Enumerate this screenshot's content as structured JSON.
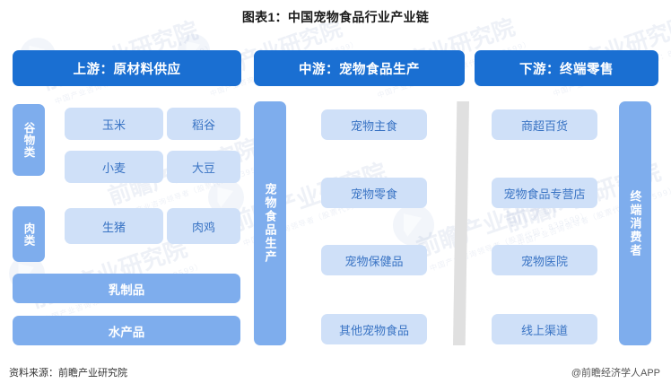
{
  "title": "图表1：中国宠物食品行业产业链",
  "colors": {
    "header_blue": "#1a6fd2",
    "mid_blue": "#7eaded",
    "light_blue": "#cfe0f8",
    "light_blue_text": "#3a74c4",
    "divider_gray": "#e0e0e0"
  },
  "headers": {
    "upstream": "上游：原材料供应",
    "midstream": "中游：宠物食品生产",
    "downstream": "下游：终端零售"
  },
  "upstream": {
    "categories": [
      {
        "label": "谷物类",
        "items": [
          "玉米",
          "稻谷",
          "小麦",
          "大豆"
        ]
      },
      {
        "label": "肉类",
        "items": [
          "生猪",
          "肉鸡"
        ]
      }
    ],
    "full_width_items": [
      "乳制品",
      "水产品"
    ]
  },
  "midstream": {
    "vertical_label": "宠物食品生产",
    "items": [
      "宠物主食",
      "宠物零食",
      "宠物保健品",
      "其他宠物食品"
    ]
  },
  "downstream": {
    "items": [
      "商超百货",
      "宠物食品专营店",
      "宠物医院",
      "线上渠道"
    ],
    "vertical_label": "终端消费者"
  },
  "footer": {
    "source": "资料来源：前瞻产业研究院",
    "credit": "@前瞻经济学人APP"
  },
  "watermarks": {
    "brand": "前瞻产业研究院",
    "sub": "中国产业咨询领导者（股票代码：839599）"
  }
}
